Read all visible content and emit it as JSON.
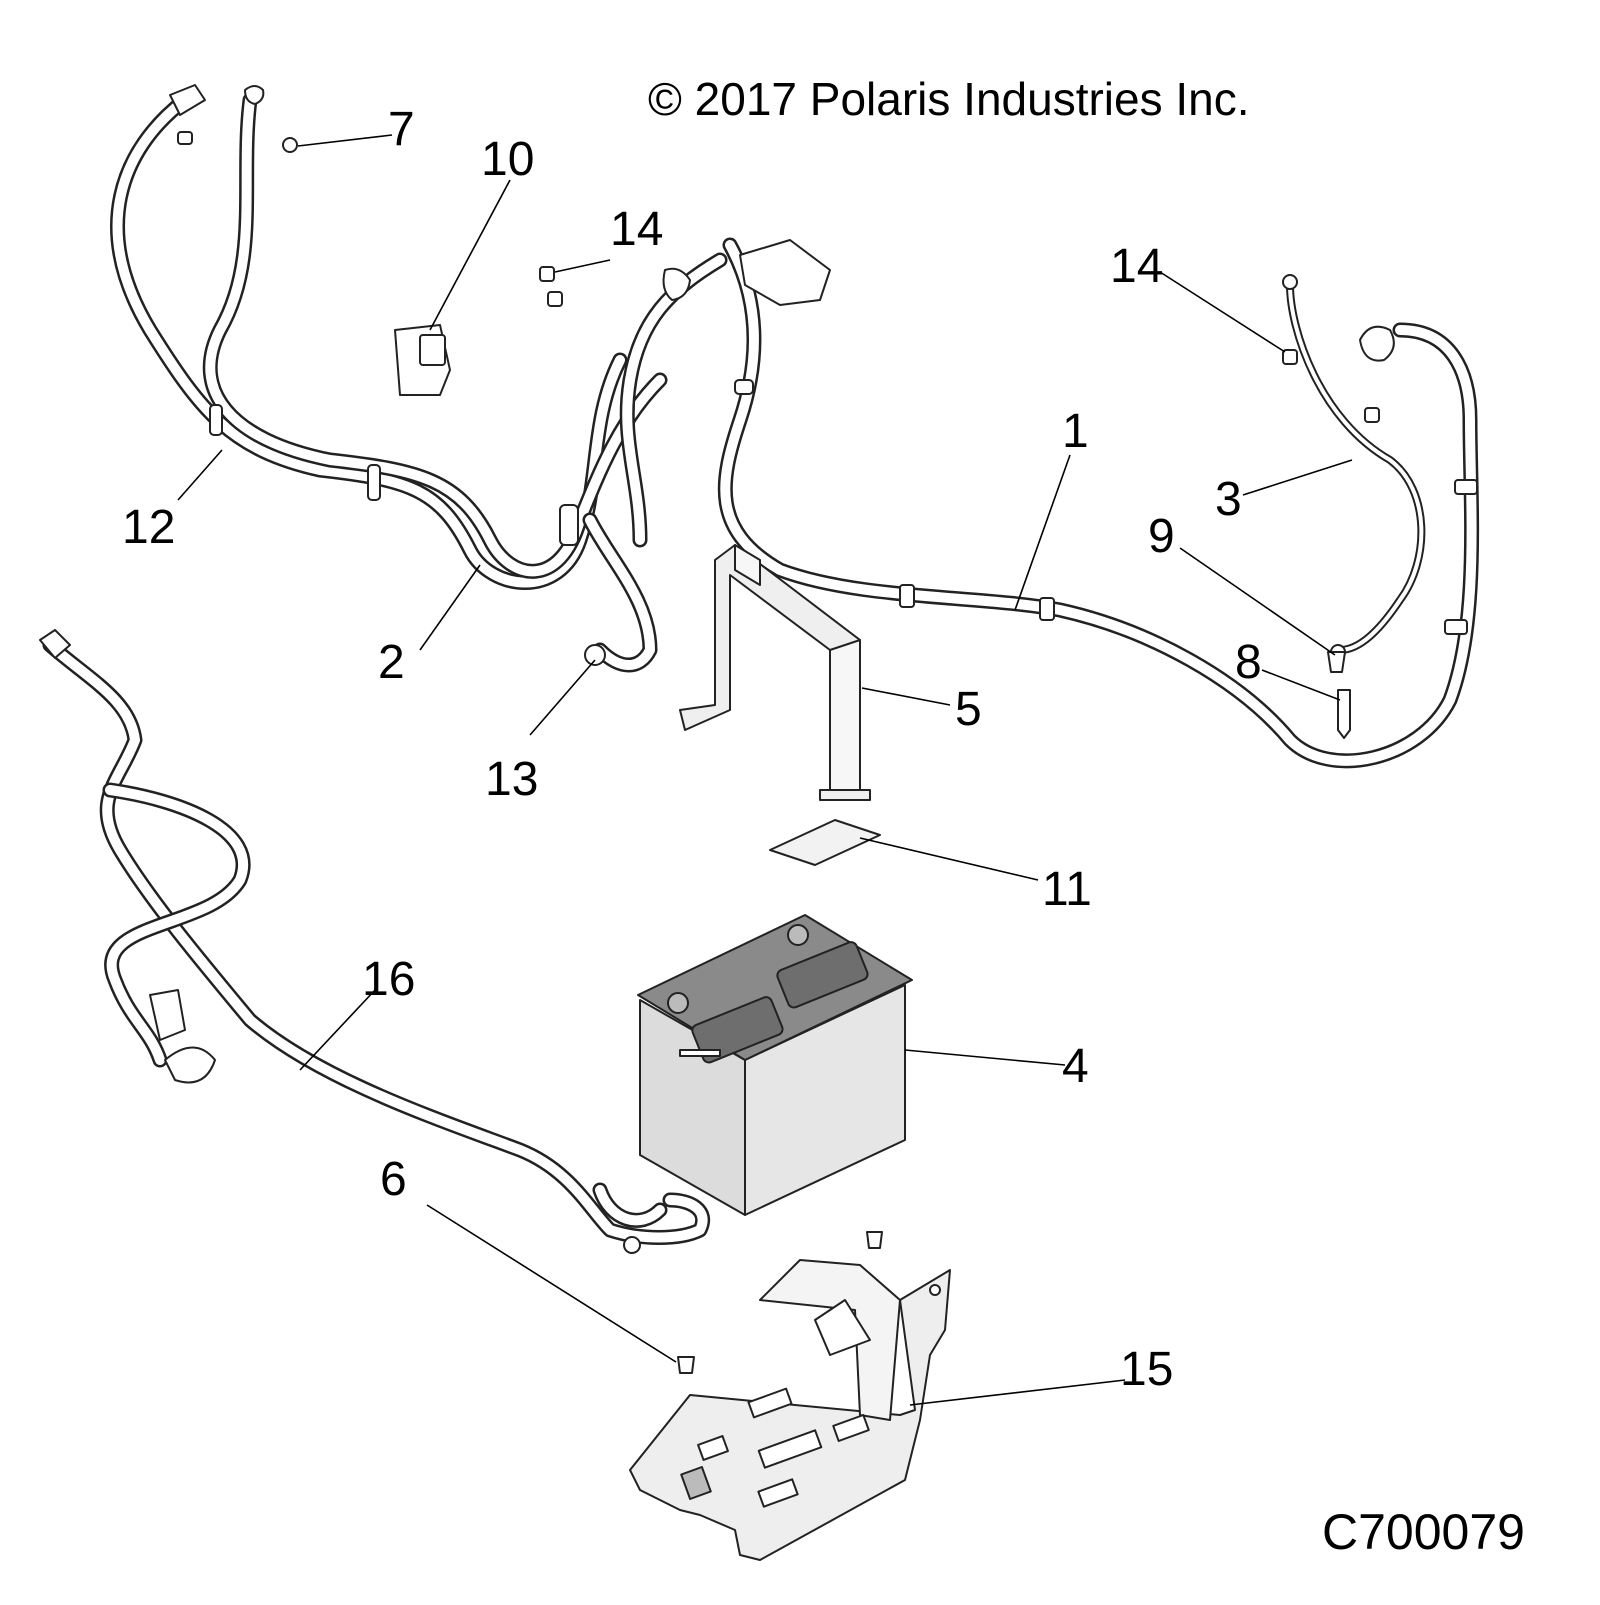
{
  "copyright": "© 2017 Polaris Industries Inc.",
  "figure_code": "C700079",
  "callouts": {
    "c1": "1",
    "c2": "2",
    "c3": "3",
    "c4": "4",
    "c5": "5",
    "c6": "6",
    "c7": "7",
    "c8": "8",
    "c9": "9",
    "c10": "10",
    "c11": "11",
    "c12": "12",
    "c13": "13",
    "c14a": "14",
    "c14b": "14",
    "c15": "15",
    "c16": "16"
  },
  "colors": {
    "battery_top": "#8a8a8a",
    "battery_side": "#dcdcdc",
    "bracket": "#efefef",
    "tray": "#eeeeee",
    "line": "#222222"
  }
}
